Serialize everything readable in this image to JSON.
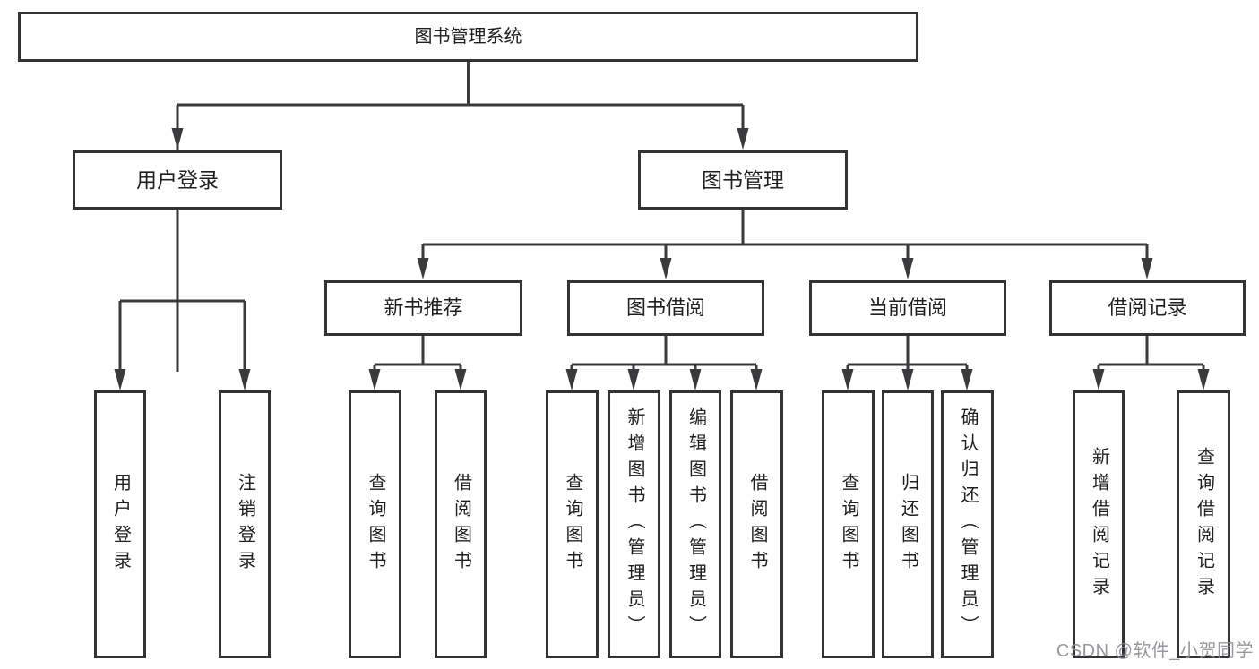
{
  "colors": {
    "line": "#3a3a3c",
    "border": "#333336",
    "text": "#1f1f22",
    "bg": "#ffffff",
    "watermark": "#8f9094"
  },
  "watermark": {
    "text": "CSDN @软件_小贺同学"
  },
  "tree": {
    "label": "图书管理系统",
    "children": [
      {
        "label": "用户登录",
        "children": [
          {
            "label": "用户登录"
          },
          {
            "label": "注销登录"
          }
        ]
      },
      {
        "label": "图书管理",
        "children": [
          {
            "label": "新书推荐",
            "children": [
              {
                "label": "查询图书"
              },
              {
                "label": "借阅图书"
              }
            ]
          },
          {
            "label": "图书借阅",
            "children": [
              {
                "label": "查询图书"
              },
              {
                "label": "新增图书（管理员）"
              },
              {
                "label": "编辑图书（管理员）"
              },
              {
                "label": "借阅图书"
              }
            ]
          },
          {
            "label": "当前借阅",
            "children": [
              {
                "label": "查询图书"
              },
              {
                "label": "归还图书"
              },
              {
                "label": "确认归还（管理员）"
              }
            ]
          },
          {
            "label": "借阅记录",
            "children": [
              {
                "label": "新增借阅记录"
              },
              {
                "label": "查询借阅记录"
              }
            ]
          }
        ]
      }
    ]
  }
}
